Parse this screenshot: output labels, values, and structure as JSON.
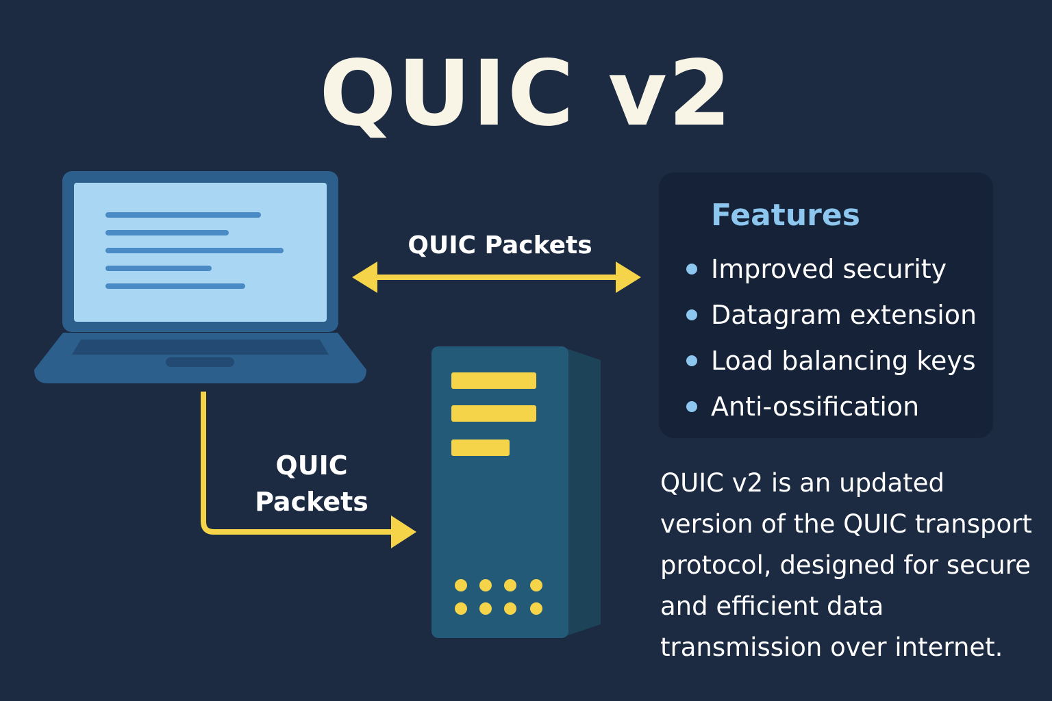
{
  "title": "QUIC v2",
  "labels": {
    "top_arrow": "QUIC Packets",
    "bottom_arrow": "QUIC Packets"
  },
  "icons": {
    "client": "laptop-icon",
    "server": "server-icon"
  },
  "features": {
    "title": "Features",
    "items": [
      "Improved security",
      "Datagram extension",
      "Load balancing keys",
      "Anti-ossification"
    ]
  },
  "description": "QUIC v2 is an updated version of the QUIC transport protocol, designed for secure and efficient data transmission over internet.",
  "colors": {
    "background": "#1c2b42",
    "accent_yellow": "#f5d44a",
    "feature_title": "#8dc6ee",
    "laptop_screen": "#a9d6f2",
    "server_body": "#235a78"
  }
}
